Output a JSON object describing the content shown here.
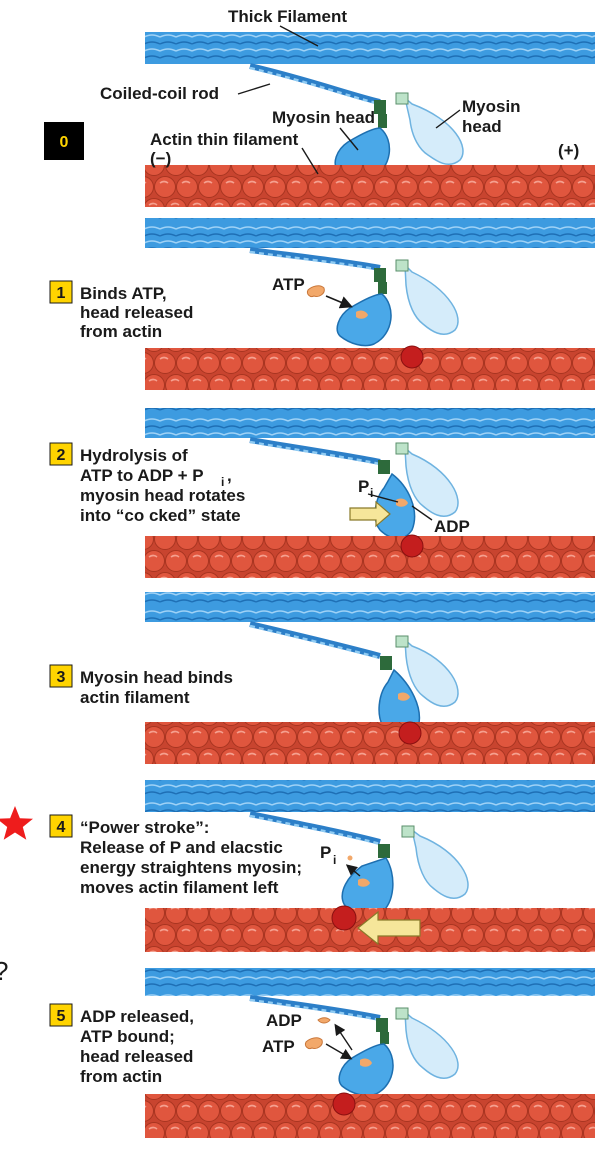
{
  "labels": {
    "thick_filament": "Thick Filament",
    "coiled_coil_rod": "Coiled-coil rod",
    "myosin_head_a": "Myosin head",
    "myosin_head_b_line1": "Myosin",
    "myosin_head_b_line2": "head",
    "actin_thin_filament": "Actin thin filament",
    "minus_end": "(−)",
    "plus_end": "(+)"
  },
  "badge": "0",
  "steps": [
    {
      "number": "1",
      "lines": [
        "Binds ATP,",
        "head released",
        "from actin"
      ],
      "labels": [
        "ATP"
      ]
    },
    {
      "number": "2",
      "lines": [
        "Hydrolysis of",
        "ATP to  ADP + P",
        "myosin head rotates",
        "into “co cked” state"
      ],
      "subscript": "i",
      "subscript_suffix": ",",
      "labels": [
        "P",
        "i",
        "ADP"
      ]
    },
    {
      "number": "3",
      "lines": [
        "Myosin head binds",
        "actin filament"
      ],
      "labels": []
    },
    {
      "number": "4",
      "lines": [
        "“Power stroke”:",
        "Release of P and elacstic",
        "energy straightens myosin;",
        "moves actin filament left"
      ],
      "labels": [
        "P",
        "i"
      ]
    },
    {
      "number": "5",
      "lines": [
        "ADP released,",
        "ATP bound;",
        "head released",
        "from actin"
      ],
      "labels": [
        "ADP",
        "ATP"
      ]
    }
  ],
  "stray_mark": "?",
  "colors": {
    "thick_filament": "#3d9be0",
    "actin": "#e0563e",
    "actin_dark": "#b23a26",
    "myosin_head": "#4aa8e8",
    "myosin_head_light": "#cfe7f6",
    "phosphate": "#f2a86a",
    "arrow_fill": "#f6e69a",
    "star": "#ee1c1c",
    "badge_bg": "#000000",
    "badge_text": "#ffd400",
    "number_box": "#ffd400"
  }
}
